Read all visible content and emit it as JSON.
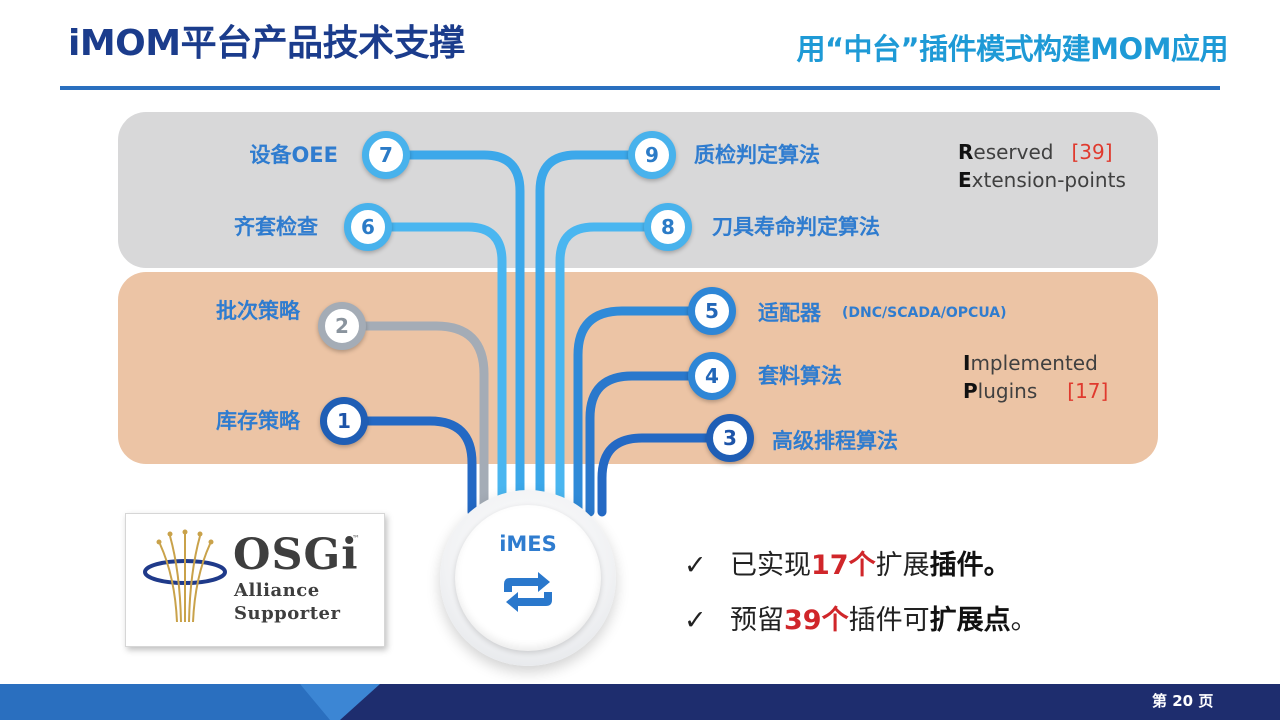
{
  "header": {
    "title": "iMOM平台产品技术支撑",
    "subtitle": "用“中台”插件模式构建MOM应用"
  },
  "nodes": [
    {
      "id": 7,
      "label": "设备OEE"
    },
    {
      "id": 6,
      "label": "齐套检查"
    },
    {
      "id": 9,
      "label": "质检判定算法"
    },
    {
      "id": 8,
      "label": "刀具寿命判定算法"
    },
    {
      "id": 2,
      "label": "批次策略"
    },
    {
      "id": 1,
      "label": "库存策略"
    },
    {
      "id": 5,
      "label": "适配器",
      "note": "(DNC/SCADA/OPCUA)"
    },
    {
      "id": 4,
      "label": "套料算法"
    },
    {
      "id": 3,
      "label": "高级排程算法"
    }
  ],
  "legend_reserved": {
    "line1_initial": "R",
    "line1_rest": "eserved",
    "count": "[39]",
    "line2_initial": "E",
    "line2_rest": "xtension-points"
  },
  "legend_implemented": {
    "line1_initial": "I",
    "line1_rest": "mplemented",
    "line2_initial": "P",
    "line2_rest": "lugins",
    "count": "[17]"
  },
  "hub": {
    "label": "iMES",
    "icon": "refresh-arrows-icon"
  },
  "logo": {
    "name": "OSGi",
    "tm": "™",
    "line2": "Alliance",
    "line3": "Supporter"
  },
  "bullets": [
    {
      "check": "✓",
      "pre": "已实现",
      "num": "17个",
      "mid": "扩展",
      "strong": "插件。",
      "post": ""
    },
    {
      "check": "✓",
      "pre": "预留",
      "num": "39个",
      "mid": "插件可",
      "strong": "扩展点",
      "post": "。"
    }
  ],
  "footer": {
    "page": "第 20 页"
  },
  "colors": {
    "title": "#1b3c8c",
    "subtitle": "#1e9ad6",
    "band_reserved": "#d8d8d9",
    "band_implemented": "#ecc4a5",
    "count_red": "#e03a2e",
    "footer_navy": "#1e2d6e",
    "footer_blue": "#2a6fbf"
  }
}
